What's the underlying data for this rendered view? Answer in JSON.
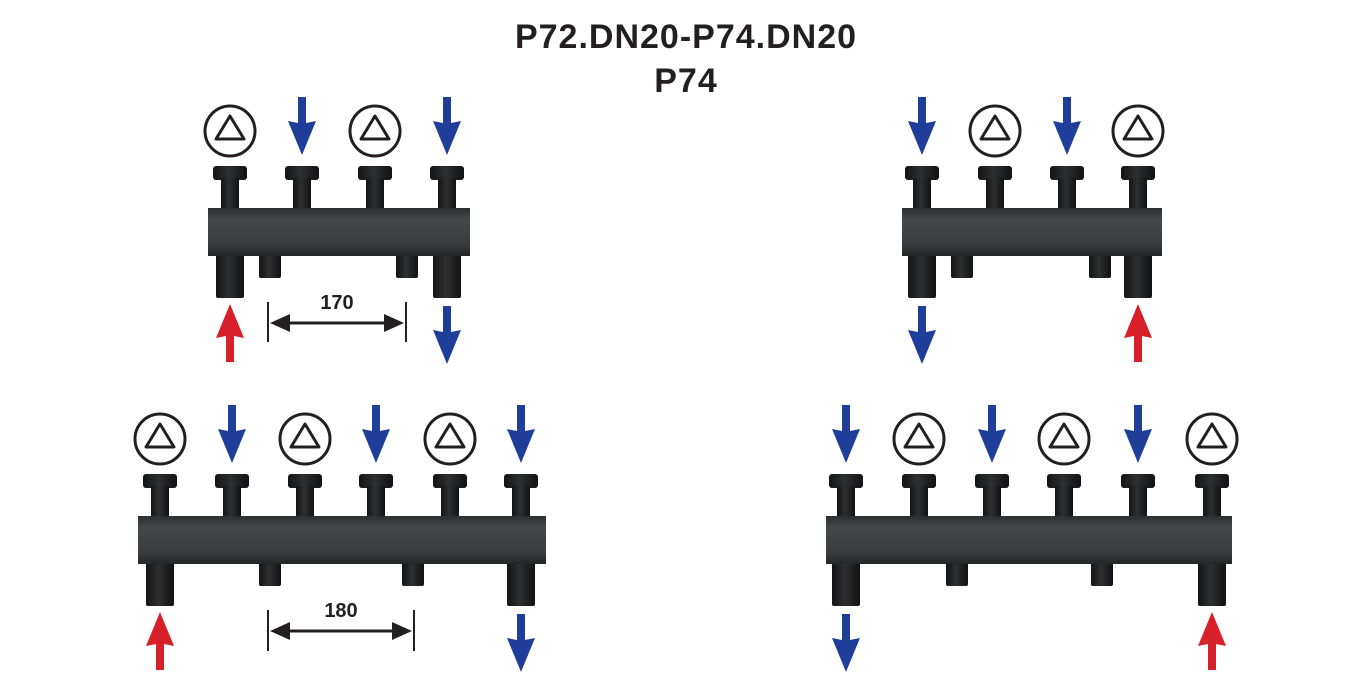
{
  "title_line1": "P72.DN20-P74.DN20",
  "title_line2": "P74",
  "colors": {
    "body": "#3a3c3e",
    "pipe": "#1d1d1f",
    "down_arrow": "#1f3e9a",
    "up_arrow": "#d8202a",
    "pump": "#231f20"
  },
  "icons": {
    "pump": "pump-symbol-icon",
    "flow_down": "arrow-down-icon",
    "flow_up": "arrow-up-icon",
    "dimension": "double-arrow-icon"
  },
  "diagrams": [
    {
      "name": "manifold-2-circuits-left-feed",
      "dimension": "170",
      "top_ports": [
        "pump",
        "down",
        "pump",
        "down"
      ],
      "bottom_ports": [
        "up",
        "down"
      ]
    },
    {
      "name": "manifold-2-circuits-right-feed",
      "top_ports": [
        "down",
        "pump",
        "down",
        "pump"
      ],
      "bottom_ports": [
        "down",
        "up"
      ]
    },
    {
      "name": "manifold-3-circuits-left-feed",
      "dimension": "180",
      "top_ports": [
        "pump",
        "down",
        "pump",
        "down",
        "pump",
        "down"
      ],
      "bottom_ports": [
        "up",
        "down"
      ]
    },
    {
      "name": "manifold-3-circuits-right-feed",
      "top_ports": [
        "down",
        "pump",
        "down",
        "pump",
        "down",
        "pump"
      ],
      "bottom_ports": [
        "down",
        "up"
      ]
    }
  ]
}
